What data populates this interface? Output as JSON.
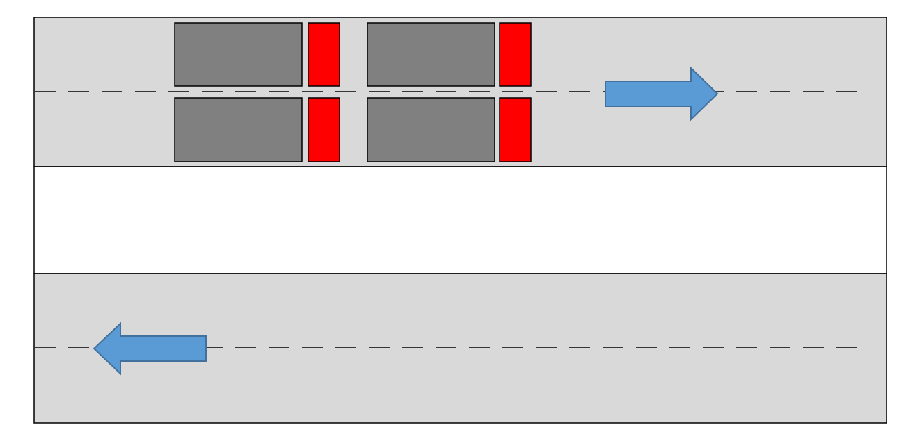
{
  "colors": {
    "road": "#d9d9d9",
    "median": "#ffffff",
    "outline": "#000000",
    "lane_line": "#000000",
    "car_body": "#808080",
    "car_accent": "#ff0000",
    "arrow_fill": "#5b9bd5",
    "arrow_stroke": "#41719c"
  },
  "roadway": {
    "top_carriageway": {
      "direction": "right",
      "parked_vehicle_rows": 2,
      "parked_vehicles_per_row": 2
    },
    "median": {},
    "bottom_carriageway": {
      "direction": "left"
    }
  },
  "icons": {
    "right_arrow": "arrow-right-icon",
    "left_arrow": "arrow-left-icon"
  }
}
